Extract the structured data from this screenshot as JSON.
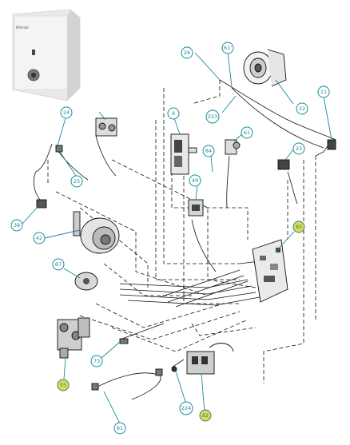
{
  "brand_logo": "Rinnai",
  "callouts": [
    {
      "id": "c26",
      "label": "26",
      "highlight": false
    },
    {
      "id": "c61a",
      "label": "61'",
      "highlight": false
    },
    {
      "id": "c22",
      "label": "22",
      "highlight": false
    },
    {
      "id": "c223",
      "label": "223",
      "highlight": false
    },
    {
      "id": "c11",
      "label": "11",
      "highlight": false
    },
    {
      "id": "c9",
      "label": "9",
      "highlight": false
    },
    {
      "id": "c61",
      "label": "61",
      "highlight": false
    },
    {
      "id": "c24",
      "label": "24",
      "highlight": false
    },
    {
      "id": "c25",
      "label": "25",
      "highlight": false
    },
    {
      "id": "c84",
      "label": "84",
      "highlight": false
    },
    {
      "id": "c23",
      "label": "23",
      "highlight": false
    },
    {
      "id": "c49",
      "label": "49",
      "highlight": false
    },
    {
      "id": "c38",
      "label": "38",
      "highlight": false
    },
    {
      "id": "c85",
      "label": "85",
      "highlight": true
    },
    {
      "id": "c42",
      "label": "42",
      "highlight": false
    },
    {
      "id": "c87",
      "label": "87",
      "highlight": false
    },
    {
      "id": "c73",
      "label": "73",
      "highlight": false
    },
    {
      "id": "c55",
      "label": "55",
      "highlight": true
    },
    {
      "id": "c82",
      "label": "82",
      "highlight": true
    },
    {
      "id": "c224",
      "label": "224",
      "highlight": false
    },
    {
      "id": "c81",
      "label": "81",
      "highlight": false
    }
  ],
  "colors": {
    "leader": "#1a8a9a",
    "highlight": "#e6d84a",
    "line": "#111111"
  }
}
